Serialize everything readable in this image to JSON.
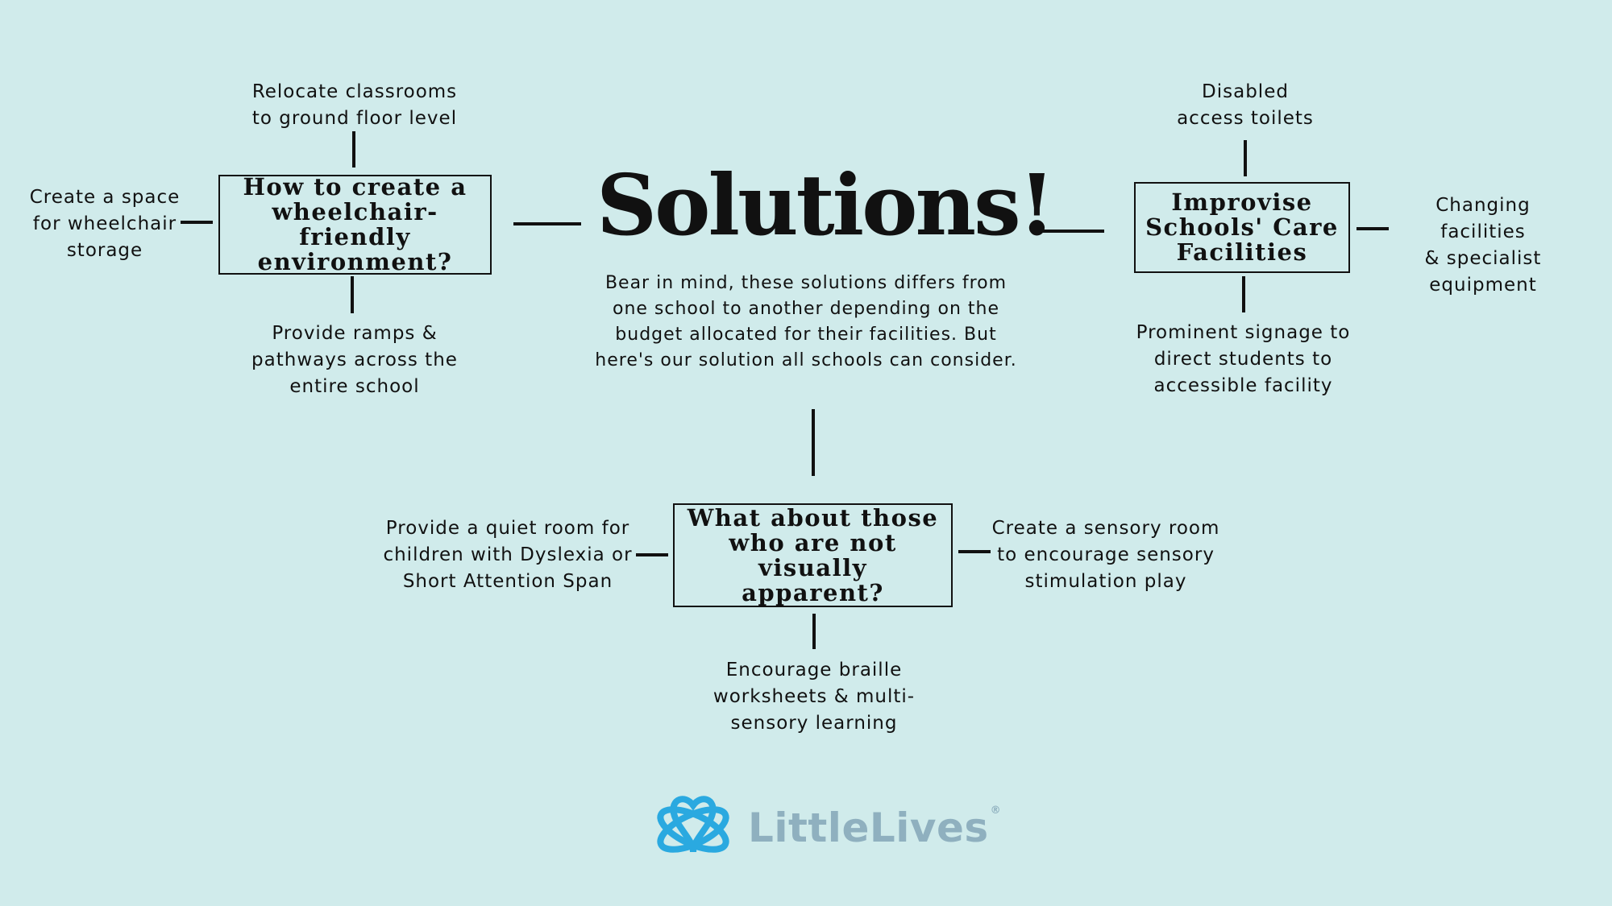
{
  "title": "Solutions!",
  "intro": "Bear in mind, these solutions differs from\none school to another depending on the\nbudget allocated for their facilities. But\nhere's our solution all schools can consider.",
  "wheelchair": {
    "heading": "How to create a\nwheelchair-friendly\nenvironment?",
    "top": "Relocate classrooms\nto ground floor level",
    "left": "Create a space\nfor wheelchair\nstorage",
    "bottom": "Provide ramps &\npathways across the\nentire school"
  },
  "facilities": {
    "heading": "Improvise\nSchools' Care\nFacilities",
    "top": "Disabled\naccess toilets",
    "right": "Changing facilities\n& specialist\nequipment",
    "bottom": "Prominent signage to\ndirect students to\naccessible facility"
  },
  "hidden": {
    "heading": "What about those\nwho are not visually\napparent?",
    "left": "Provide a quiet room for\nchildren with Dyslexia or\nShort Attention Span",
    "right": "Create a sensory room\nto encourage sensory\nstimulation play",
    "bottom": "Encourage braille\nworksheets & multi-\nsensory learning"
  },
  "logo": {
    "name": "LittleLives",
    "mark": "®",
    "color": "#2aa9e0",
    "text_color": "#8fb0bf"
  }
}
